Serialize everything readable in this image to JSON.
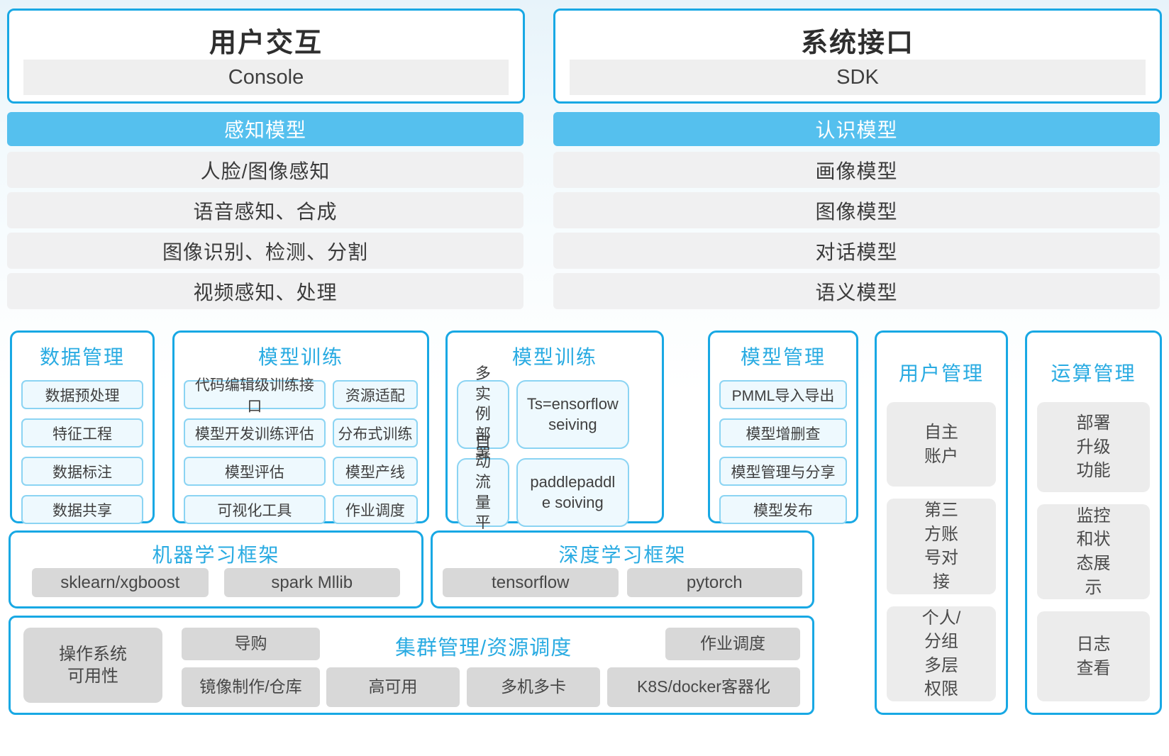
{
  "palette": {
    "border_blue": "#18a8e4",
    "bar_blue": "#55c0ee",
    "title_blue": "#29abe2",
    "row_gray": "#f0f0f1",
    "cell_gray": "#d8d8d8",
    "soft_cell_gray": "#ececec",
    "light_blue_cell_bg": "#eef9fe",
    "light_blue_cell_border": "#8bd4f3"
  },
  "top_left": {
    "title": "用户交互",
    "item": "Console"
  },
  "top_right": {
    "title": "系统接口",
    "item": "SDK"
  },
  "perception": {
    "header": "感知模型",
    "rows": [
      "人脸/图像感知",
      "语音感知、合成",
      "图像识别、检测、分割",
      "视频感知、处理"
    ]
  },
  "recognition": {
    "header": "认识模型",
    "rows": [
      "画像模型",
      "图像模型",
      "对话模型",
      "语义模型"
    ]
  },
  "data_mgmt": {
    "title": "数据管理",
    "items": [
      "数据预处理",
      "特征工程",
      "数据标注",
      "数据共享"
    ]
  },
  "training_a": {
    "title": "模型训练",
    "cells": [
      "代码编辑级训练接口",
      "资源适配",
      "模型开发训练评估",
      "分布式训练",
      "模型评估",
      "模型产线",
      "可视化工具",
      "作业调度"
    ]
  },
  "training_b": {
    "title": "模型训练",
    "cells": [
      "多实例部署",
      "Ts=ensorflow seiving",
      "自动流量平衡",
      "paddlepaddle soiving"
    ]
  },
  "model_mgmt": {
    "title": "模型管理",
    "items": [
      "PMML导入导出",
      "模型增删查",
      "模型管理与分享",
      "模型发布"
    ]
  },
  "user_mgmt": {
    "title": "用户管理",
    "items": [
      "自主账户",
      "第三方账号对接",
      "个人/分组多层权限"
    ]
  },
  "compute_mgmt": {
    "title": "运算管理",
    "items": [
      "部署升级功能",
      "监控和状态展示",
      "日志查看"
    ]
  },
  "ml_framework": {
    "title": "机器学习框架",
    "items": [
      "sklearn/xgboost",
      "spark Mllib"
    ]
  },
  "dl_framework": {
    "title": "深度学习框架",
    "items": [
      "tensorflow",
      "pytorch"
    ]
  },
  "cluster": {
    "title": "集群管理/资源调度",
    "os_item": "操作系统可用性",
    "row1": [
      "导购",
      "作业调度"
    ],
    "row2": [
      "镜像制作/仓库",
      "高可用",
      "多机多卡",
      "K8S/docker客器化"
    ]
  }
}
